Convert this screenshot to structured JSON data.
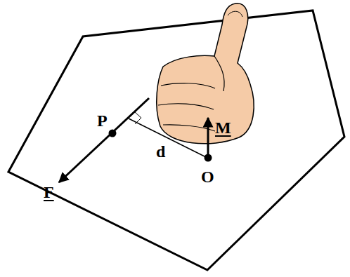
{
  "diagram": {
    "labels": [
      "P",
      "F",
      "d",
      "O",
      "M"
    ]
  }
}
